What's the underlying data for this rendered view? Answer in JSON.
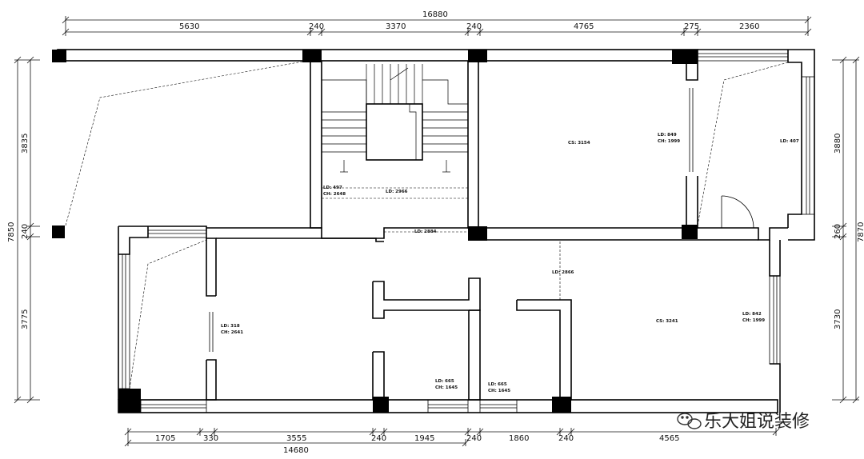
{
  "dimensions": {
    "top_total": "16880",
    "top_segments": [
      "5630",
      "240",
      "3370",
      "240",
      "4765",
      "275",
      "2360"
    ],
    "bottom_total": "14680",
    "bottom_segments": [
      "1705",
      "330",
      "3555",
      "240",
      "1945",
      "240",
      "1860",
      "240",
      "4565"
    ],
    "left_total": "7850",
    "left_segments": [
      "3835",
      "240",
      "3775"
    ],
    "right_total": "7870",
    "right_segments": [
      "3880",
      "260",
      "3730"
    ]
  },
  "labels": {
    "stair_ld": "LD: 497",
    "stair_ch": "CH: 2648",
    "stair_ld2": "LD: 2966",
    "cs_room_top": "CS: 3154",
    "ld_top_window": "LD: 849",
    "ch_top_window": "CH: 1999",
    "ld_right_top": "LD: 407",
    "corridor_ld": "LD: 2884",
    "vertical_ld": "LD: 2866",
    "left_ld": "LD: 318",
    "left_ch": "CH: 2641",
    "cs_room_bottom": "CS: 3241",
    "right_ld": "LD: 842",
    "right_ch": "CH: 1999",
    "bottom_ld1": "LD: 665",
    "bottom_ch1": "CH: 1645",
    "bottom_ld2": "LD: 665",
    "bottom_ch2": "CH: 1645"
  },
  "watermark": "乐大姐说装修"
}
